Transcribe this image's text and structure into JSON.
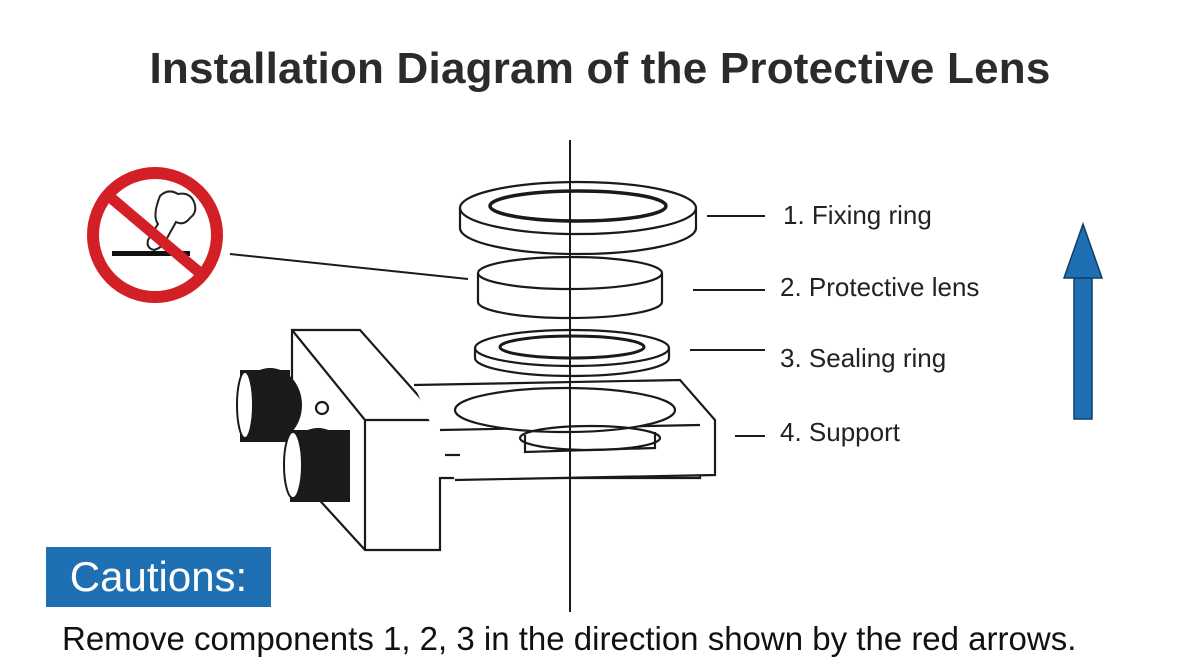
{
  "title": "Installation Diagram of the Protective Lens",
  "labels": [
    {
      "text": "1. Fixing ring"
    },
    {
      "text": "2. Protective lens"
    },
    {
      "text": "3. Sealing ring"
    },
    {
      "text": "4. Support"
    }
  ],
  "cautions": {
    "heading": "Cautions:",
    "text": "Remove components 1, 2, 3 in the direction shown by the red arrows."
  },
  "colors": {
    "accent_blue": "#1f6fb3",
    "prohibition_red": "#d32027",
    "line": "#1a1a1a"
  },
  "icons": [
    "no-touch-lens-icon",
    "up-arrow-icon"
  ]
}
